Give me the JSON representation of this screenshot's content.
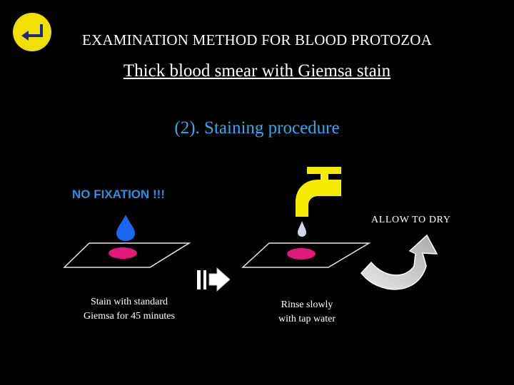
{
  "header": {
    "title": "EXAMINATION METHOD FOR BLOOD PROTOZOA",
    "subtitle": "Thick blood smear with Giemsa stain"
  },
  "section": {
    "heading": "(2). Staining procedure"
  },
  "labels": {
    "warning": "NO FIXATION !!!",
    "allow_dry": "ALLOW TO DRY"
  },
  "steps": [
    {
      "caption_line1": "Stain with standard",
      "caption_line2": "Giemsa for 45 minutes"
    },
    {
      "caption_line1": "Rinse slowly",
      "caption_line2": "with tap water"
    }
  ],
  "icons": {
    "back": "back-return-icon",
    "drop": "water-drop-icon",
    "tap": "water-tap-icon",
    "arrow": "right-arrow-icon",
    "curved": "curved-arrow-icon"
  },
  "colors": {
    "background": "#000000",
    "heading": "#33aaee",
    "warning": "#2e8fe0",
    "smear": "#e0197a",
    "drop": "#1a66ee",
    "tap": "#f5ec00",
    "back_button": "#f0e000"
  }
}
